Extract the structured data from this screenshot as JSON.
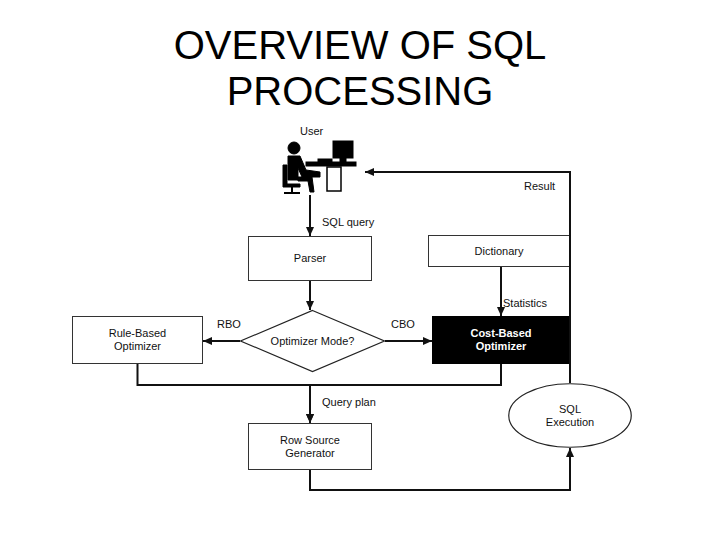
{
  "diagram": {
    "title": "OVERVIEW OF SQL PROCESSING",
    "nodes": [
      {
        "text": [
          "User"
        ]
      },
      {
        "text": [
          "Parser"
        ]
      },
      {
        "text": [
          "Dictionary"
        ]
      },
      {
        "text": [
          "Rule-Based Optimizer"
        ]
      },
      {
        "text": [
          "Optimizer Mode?"
        ]
      },
      {
        "text": [
          "Cost-Based Optimizer"
        ]
      },
      {
        "text": [
          "Row Source Generator"
        ]
      },
      {
        "text": [
          "SQL Execution"
        ]
      }
    ],
    "edges": [
      {
        "from": 0,
        "to": 1,
        "label": "SQL query",
        "arrow": "to"
      },
      {
        "from": 1,
        "to": 4,
        "arrow": "to"
      },
      {
        "from": 2,
        "to": 5,
        "label": "Statistics",
        "arrow": "to"
      },
      {
        "from": 4,
        "to": 3,
        "label": "RBO",
        "arrow": "to"
      },
      {
        "from": 4,
        "to": 5,
        "label": "CBO",
        "arrow": "to"
      },
      {
        "from": 3,
        "to": 6,
        "label": "Query plan",
        "arrow": "to"
      },
      {
        "from": 5,
        "to": 6,
        "arrow": "to"
      },
      {
        "from": 6,
        "to": 7,
        "arrow": "to"
      },
      {
        "from": 7,
        "to": 0,
        "label": "Result",
        "arrow": "to"
      }
    ]
  }
}
